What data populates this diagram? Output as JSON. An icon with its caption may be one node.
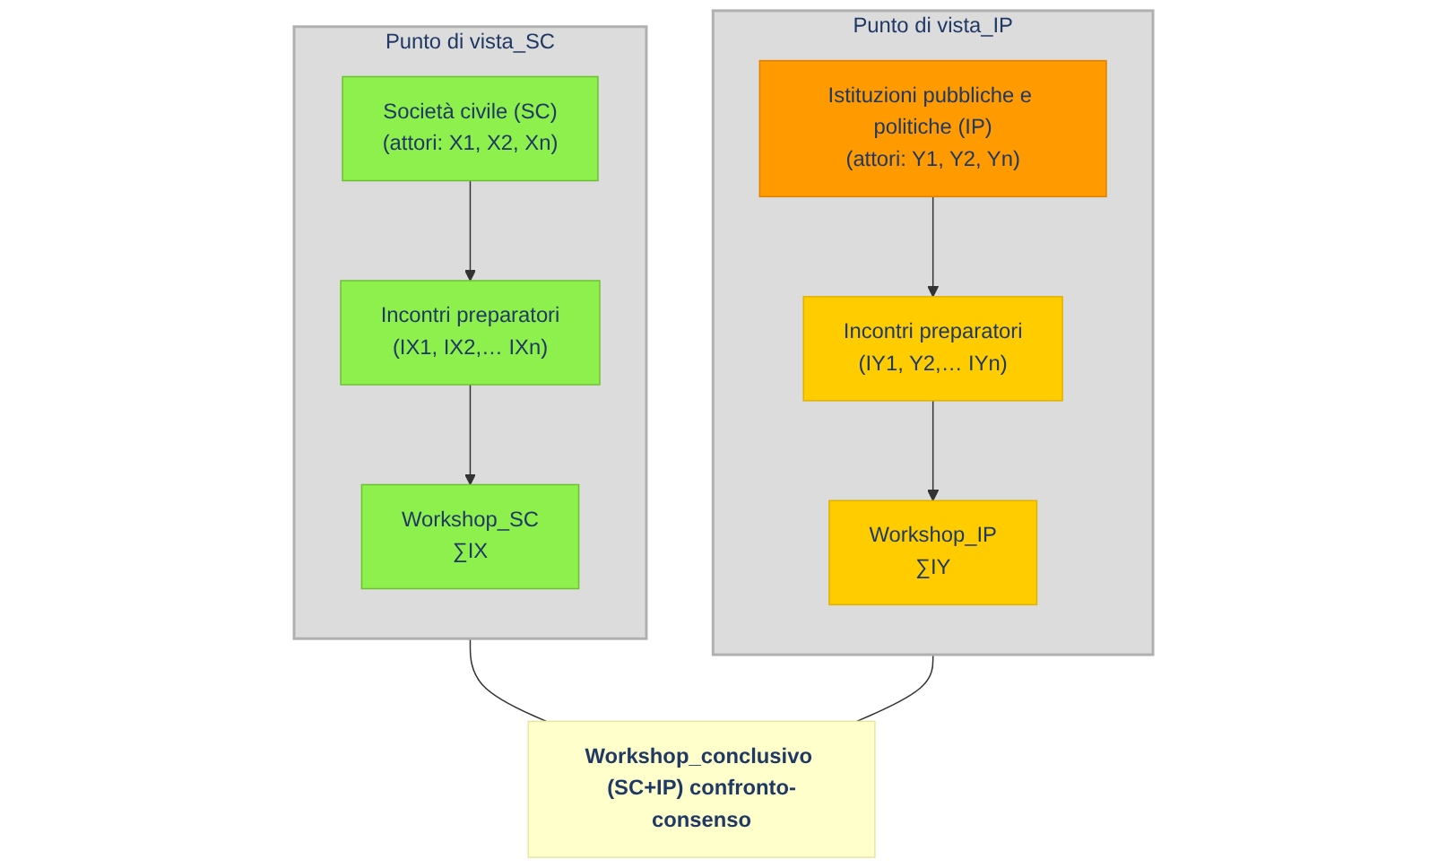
{
  "diagram": {
    "nodes": [
      {
        "text": [
          "Punto di vista_SC"
        ]
      },
      {
        "text": [
          "Società civile (SC)",
          "(attori: X1, X2, Xn)"
        ],
        "in": 0
      },
      {
        "text": [
          "Incontri preparatori",
          "(IX1, IX2,… IXn)"
        ],
        "in": 0
      },
      {
        "text": [
          "Workshop_SC",
          "∑IX"
        ],
        "in": 0
      },
      {
        "text": [
          "Punto di vista_IP"
        ]
      },
      {
        "text": [
          "Istituzioni pubbliche e politiche (IP)",
          "(attori: Y1, Y2, Yn)"
        ],
        "in": 4
      },
      {
        "text": [
          "Incontri preparatori",
          "(IY1, Y2,… IYn)"
        ],
        "in": 4
      },
      {
        "text": [
          "Workshop_IP",
          "∑IY"
        ],
        "in": 4
      },
      {
        "text": [
          "Workshop_conclusivo (SC+IP) confronto-consenso"
        ]
      }
    ],
    "edges": [
      {
        "from": 1,
        "to": 2,
        "arrow": "to"
      },
      {
        "from": 2,
        "to": 3,
        "arrow": "to"
      },
      {
        "from": 5,
        "to": 6,
        "arrow": "to"
      },
      {
        "from": 6,
        "to": 7,
        "arrow": "to"
      },
      {
        "from": 0,
        "to": 8,
        "arrow": "none"
      },
      {
        "from": 4,
        "to": 8,
        "arrow": "none"
      }
    ]
  }
}
